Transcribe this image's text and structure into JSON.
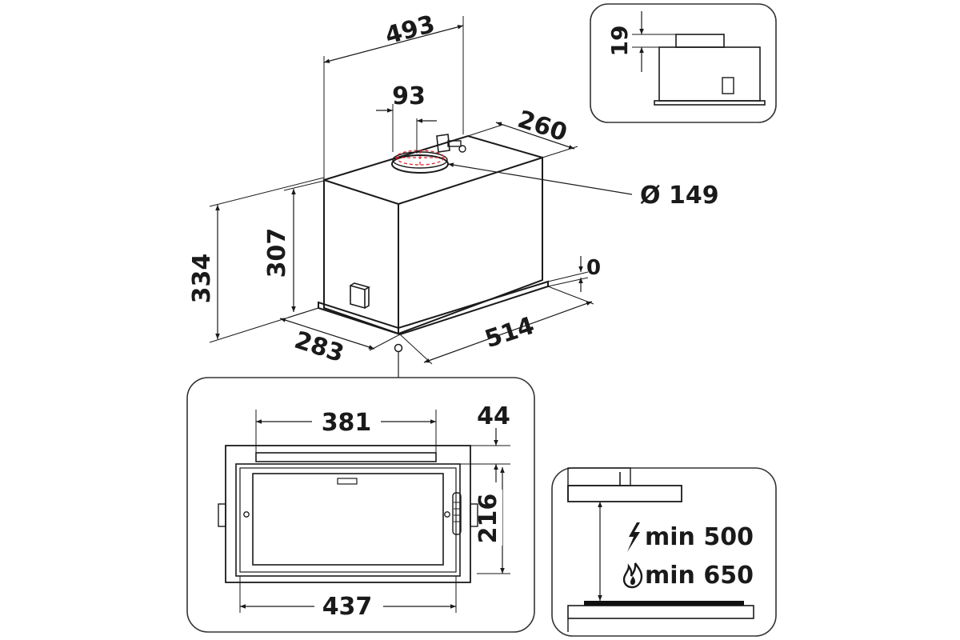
{
  "main_view": {
    "width_top": "493",
    "outlet_offset": "93",
    "depth": "260",
    "outlet_diameter": "Ø 149",
    "total_height": "334",
    "body_height": "307",
    "flange_offset": "0",
    "front_depth": "283",
    "bottom_width": "514"
  },
  "side_inset": {
    "top_offset": "19"
  },
  "bottom_view": {
    "filter_width": "381",
    "front_strip": "44",
    "panel_height": "216",
    "panel_width": "437"
  },
  "clearance_inset": {
    "electric": "min 500",
    "gas": "min 650"
  },
  "icons": [
    "lightning-icon",
    "flame-icon"
  ],
  "colors": {
    "line": "#1a1a1a",
    "frame": "#333333",
    "laser": "#e0262b"
  }
}
